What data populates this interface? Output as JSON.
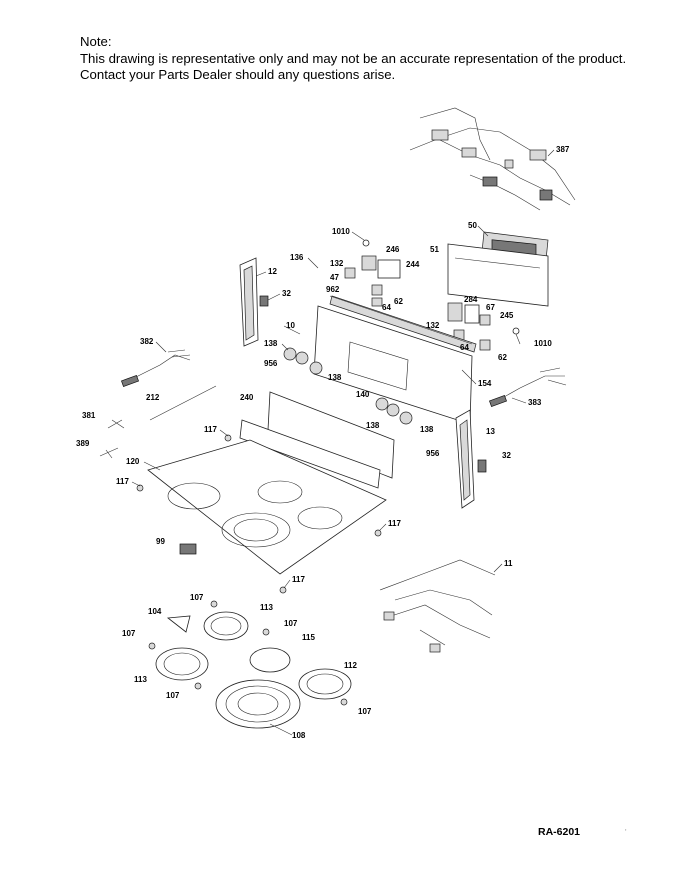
{
  "note": {
    "heading": "Note:",
    "line1": "This drawing is representative only and may not be an accurate representation of the product.",
    "line2": "Contact your Parts Dealer should any questions arise."
  },
  "diagram_ref": "RA-6201",
  "corner_mark": "'",
  "callouts": [
    "387",
    "50",
    "1010",
    "246",
    "51",
    "244",
    "136",
    "132",
    "12",
    "47",
    "962",
    "32",
    "62",
    "64",
    "284",
    "67",
    "245",
    "10",
    "132",
    "1010",
    "382",
    "138",
    "64",
    "62",
    "956",
    "138",
    "154",
    "212",
    "140",
    "383",
    "240",
    "381",
    "138",
    "138",
    "117",
    "13",
    "389",
    "956",
    "32",
    "120",
    "117",
    "117",
    "99",
    "117",
    "11",
    "107",
    "104",
    "113",
    "107",
    "107",
    "115",
    "112",
    "113",
    "107",
    "107",
    "108"
  ]
}
